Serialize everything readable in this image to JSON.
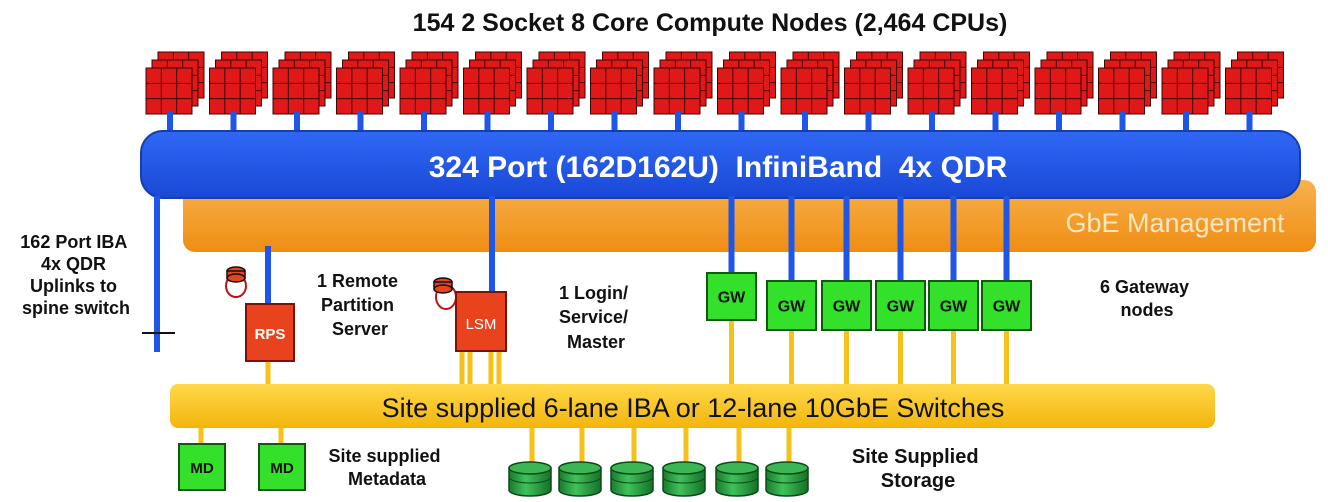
{
  "title": "154 2 Socket 8 Core Compute Nodes (2,464 CPUs)",
  "infiniband": {
    "label": "324 Port (162D162U)  InfiniBand  4x QDR"
  },
  "management": {
    "label": "GbE Management"
  },
  "site_switch": {
    "label": "Site supplied 6-lane IBA or 12-lane 10GbE Switches"
  },
  "uplinks": {
    "lines": [
      "162 Port IBA",
      "4x QDR",
      "Uplinks to",
      "spine switch"
    ]
  },
  "rps": {
    "box_label": "RPS",
    "lines": [
      "1 Remote",
      "Partition",
      "Server"
    ]
  },
  "lsm": {
    "box_label": "LSM",
    "lines": [
      "1 Login/",
      "Service/",
      "Master"
    ]
  },
  "gateway": {
    "box_label": "GW",
    "count": 6,
    "lines": [
      "6 Gateway",
      "nodes"
    ]
  },
  "metadata": {
    "box_label": "MD",
    "count": 2,
    "lines": [
      "Site supplied",
      "Metadata"
    ]
  },
  "storage": {
    "count": 6,
    "lines": [
      "Site Supplied",
      "Storage"
    ]
  },
  "compute_racks": {
    "count": 18
  },
  "colors": {
    "rack_red": "#e01818",
    "infiniband_blue": "#1e56e8",
    "management_orange": "#f5a02a",
    "switch_yellow": "#f6c21a",
    "node_green": "#33e02a",
    "storage_green": "#1f9a3a",
    "server_red": "#e8431c"
  }
}
